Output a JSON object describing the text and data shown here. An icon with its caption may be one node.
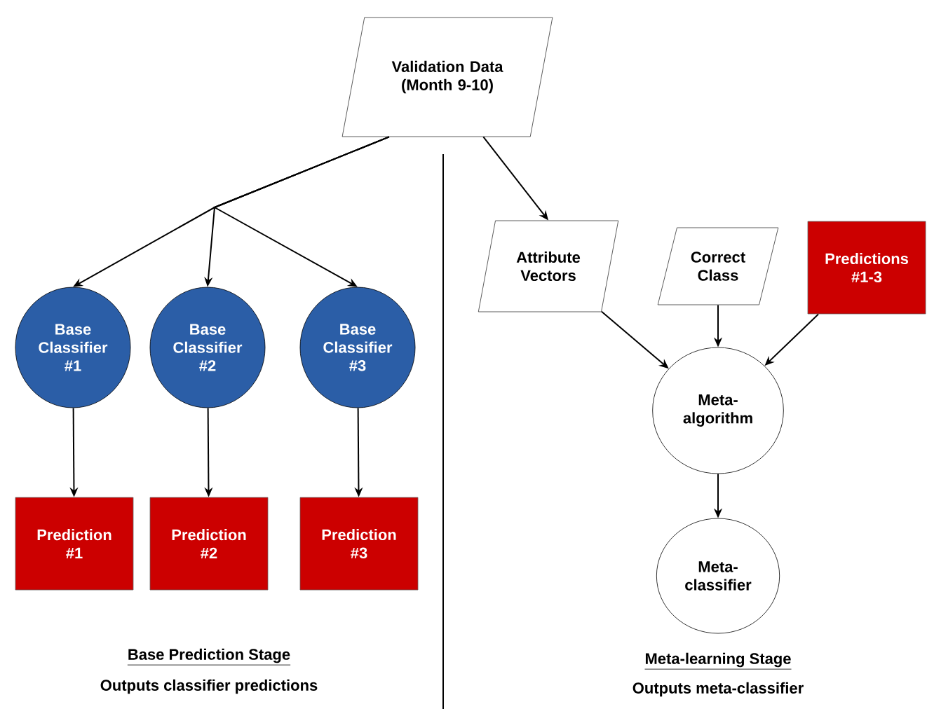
{
  "diagram": {
    "nodes": [
      {
        "text": [
          "Validation Data (Month 9-10)"
        ]
      },
      {
        "text": [
          "Base Classifier #1"
        ]
      },
      {
        "text": [
          "Base Classifier #2"
        ]
      },
      {
        "text": [
          "Base Classifier #3"
        ]
      },
      {
        "text": [
          "Prediction #1"
        ]
      },
      {
        "text": [
          "Prediction #2"
        ]
      },
      {
        "text": [
          "Prediction #3"
        ]
      },
      {
        "text": [
          "Attribute Vectors"
        ]
      },
      {
        "text": [
          "Correct Class"
        ]
      },
      {
        "text": [
          "Predictions #1-3"
        ]
      },
      {
        "text": [
          "Meta-algorithm"
        ]
      },
      {
        "text": [
          "Meta-classifier"
        ]
      }
    ],
    "edges": [
      {
        "from": 0,
        "to": 1,
        "arrow": "to"
      },
      {
        "from": 0,
        "to": 2,
        "arrow": "to"
      },
      {
        "from": 0,
        "to": 3,
        "arrow": "to"
      },
      {
        "from": 1,
        "to": 4,
        "arrow": "to"
      },
      {
        "from": 2,
        "to": 5,
        "arrow": "to"
      },
      {
        "from": 3,
        "to": 6,
        "arrow": "to"
      },
      {
        "from": 0,
        "to": 7,
        "arrow": "to"
      },
      {
        "from": 7,
        "to": 10,
        "arrow": "to"
      },
      {
        "from": 8,
        "to": 10,
        "arrow": "to"
      },
      {
        "from": 9,
        "to": 10,
        "arrow": "to"
      },
      {
        "from": 10,
        "to": 11,
        "arrow": "to"
      }
    ],
    "labels": [
      "Base Prediction Stage",
      "Outputs classifier predictions",
      "Meta-learning Stage",
      "Outputs meta-classifier"
    ]
  }
}
